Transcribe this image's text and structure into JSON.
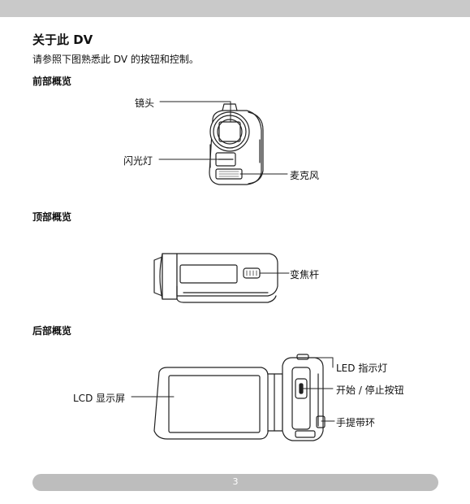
{
  "document": {
    "title": "关于此 DV",
    "intro": "请参照下图熟悉此 DV 的按钮和控制。"
  },
  "front": {
    "heading": "前部概览",
    "labels": {
      "lens": "镜头",
      "flash": "闪光灯",
      "mic": "麦克风"
    }
  },
  "top": {
    "heading": "顶部概览",
    "labels": {
      "zoom": "变焦杆"
    }
  },
  "back": {
    "heading": "后部概览",
    "labels": {
      "lcd": "LCD 显示屏",
      "led": "LED 指示灯",
      "record": "开始 / 停止按钮",
      "strap": "手提带环"
    }
  },
  "footer": {
    "page": "3"
  },
  "colors": {
    "bar": "#c9c9c9",
    "footer_bar": "#bdbdbd",
    "ink": "#111111"
  }
}
